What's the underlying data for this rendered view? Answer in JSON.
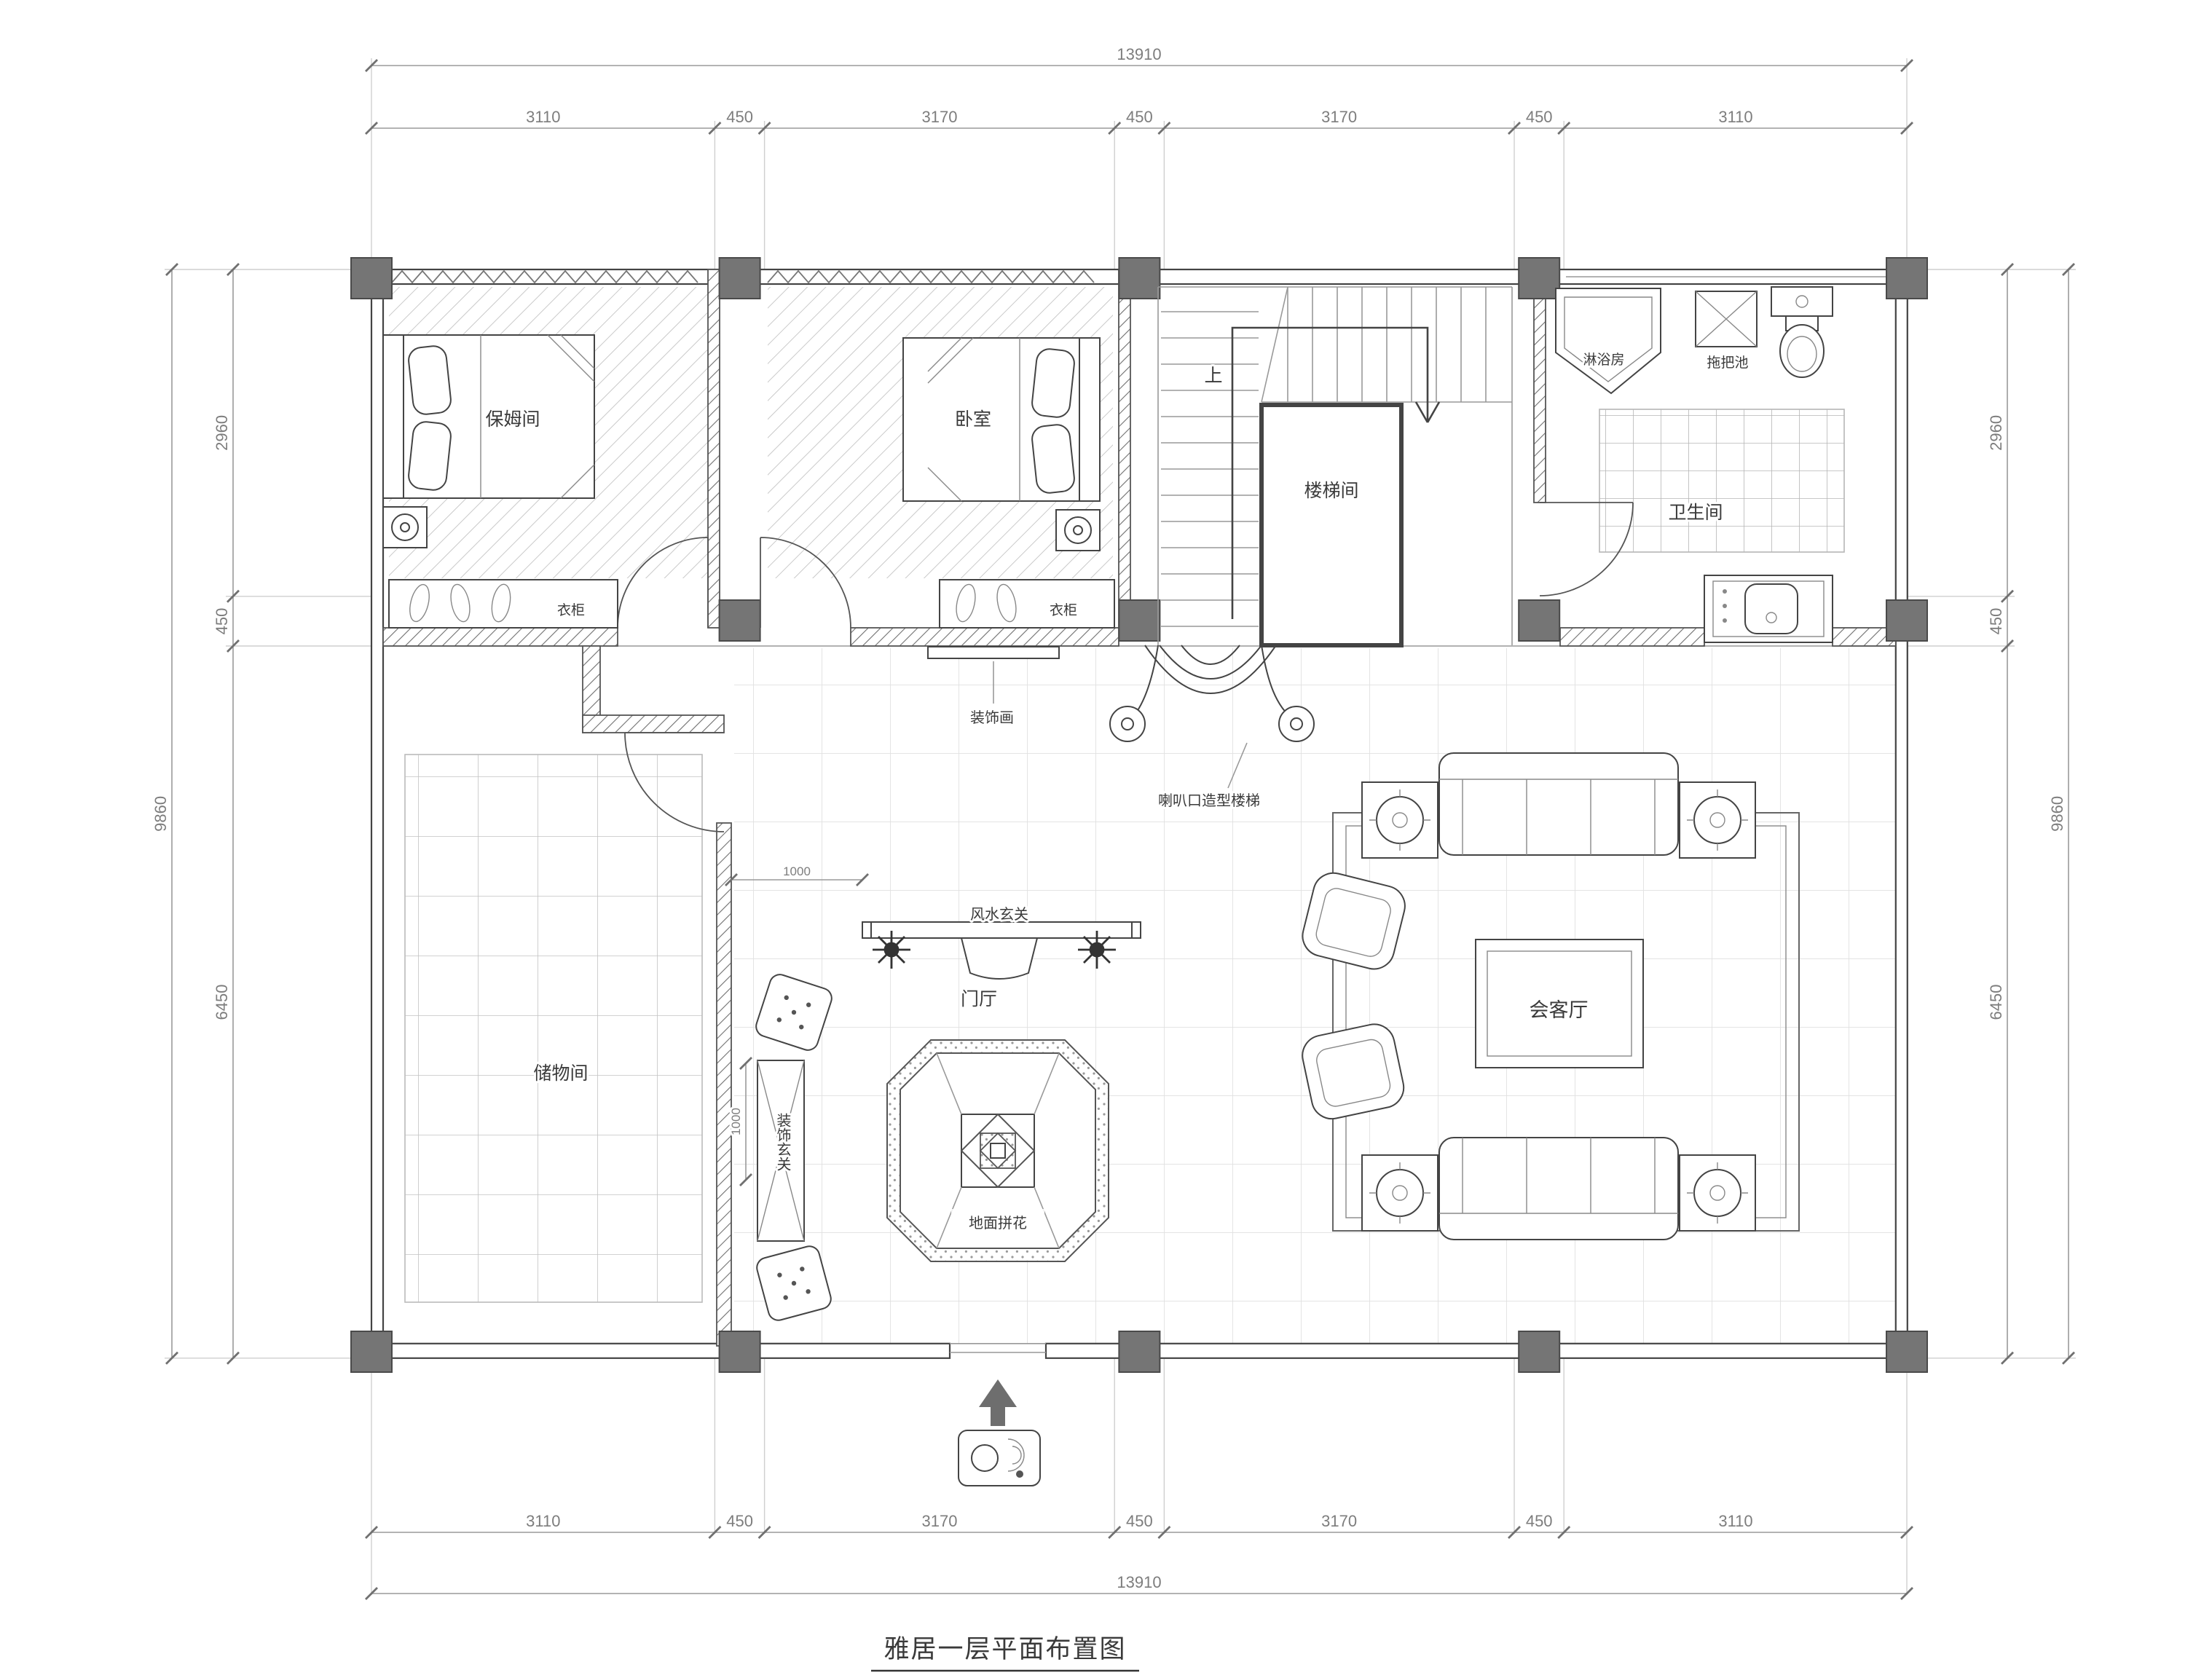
{
  "title": "雅居一层平面布置图",
  "dims": {
    "total_h": "13910",
    "total_v": "9860",
    "h_segments": [
      "3110",
      "450",
      "3170",
      "450",
      "3170",
      "450",
      "3110"
    ],
    "v_segments": [
      "2960",
      "450",
      "6450"
    ],
    "console_offset": "1000",
    "cabinet_length": "1000"
  },
  "rooms": {
    "nanny": "保姆间",
    "bedroom": "卧室",
    "stairwell": "楼梯间",
    "bathroom": "卫生间",
    "storage": "储物间",
    "foyer": "门厅",
    "living": "会客厅"
  },
  "labels": {
    "shower": "淋浴房",
    "mop_sink": "拖把池",
    "wardrobe": "衣柜",
    "painting": "装饰画",
    "trumpet_stair": "喇叭口造型楼梯",
    "fengshui_console": "风水玄关",
    "decor_console": "装饰玄关",
    "floor_medallion": "地面拼花",
    "up": "上"
  }
}
